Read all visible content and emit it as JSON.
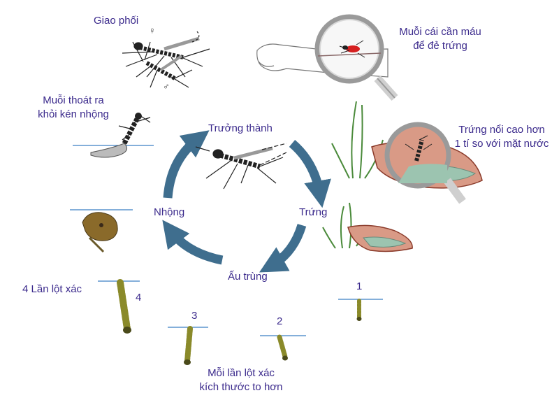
{
  "labels": {
    "mating": "Giao phối",
    "female_symbol": "♀",
    "male_symbol": "♂",
    "blood_line1": "Muỗi cái cần máu",
    "blood_line2": "để đẻ trứng",
    "emerge_line1": "Muỗi thoát ra",
    "emerge_line2": "khỏi kén nhộng",
    "adult": "Trưởng thành",
    "eggs_float_line1": "Trứng nổi cao hơn",
    "eggs_float_line2": "1 tí so với mặt nước",
    "pupa": "Nhộng",
    "egg": "Trứng",
    "larva": "Ấu trùng",
    "molt4": "4 Lần lột xác",
    "instar1": "1",
    "instar2": "2",
    "instar3": "3",
    "instar4": "4",
    "grow_line1": "Mỗi lần lột xác",
    "grow_line2": "kích thước to hơn"
  },
  "colors": {
    "text": "#3b2a8c",
    "cycle_arrow": "#3f6e8e",
    "water": "#3a7fc4",
    "larva": "#8a8a2a",
    "basin": "#d99a86",
    "basin_rim": "#8a3a2a",
    "grass": "#4a8a3a"
  },
  "icons": [
    "mosquito-icon",
    "magnifier-icon",
    "basin-icon",
    "larva-icon",
    "pupa-icon",
    "grass-icon",
    "arm-icon"
  ]
}
